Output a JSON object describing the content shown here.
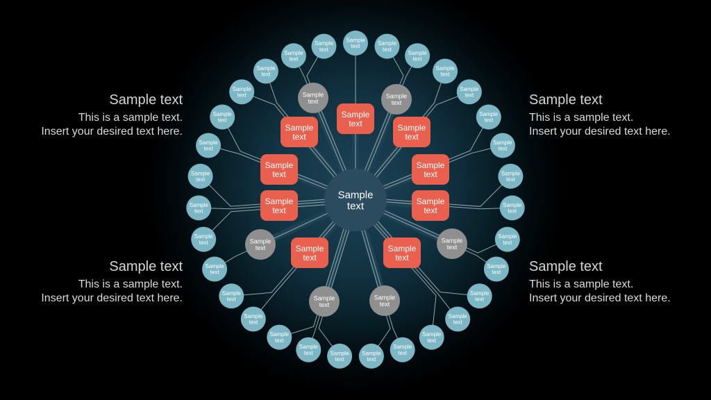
{
  "slide": {
    "background_color": "#000000",
    "glow_center_color": "#1d4356"
  },
  "corner_blocks": [
    {
      "position": "top-left",
      "align": "right",
      "title": "Sample text",
      "body_line1": "This is a sample text.",
      "body_line2": "Insert your desired text here."
    },
    {
      "position": "top-right",
      "align": "left",
      "title": "Sample text",
      "body_line1": "This is a sample text.",
      "body_line2": "Insert your desired text here."
    },
    {
      "position": "bottom-left",
      "align": "right",
      "title": "Sample text",
      "body_line1": "This is a sample text.",
      "body_line2": "Insert your desired text here."
    },
    {
      "position": "bottom-right",
      "align": "left",
      "title": "Sample text",
      "body_line1": "This is a sample text.",
      "body_line2": "Insert your desired text here."
    }
  ],
  "diagram": {
    "center_node": {
      "label_line1": "Sample",
      "label_line2": "text",
      "fill": "#2b4c5f",
      "text_color": "#ffffff",
      "radius": 45,
      "font_size": 15
    },
    "red_nodes": {
      "label_line1": "Sample",
      "label_line2": "text",
      "fill": "#e9604e",
      "text_color": "#ffffff",
      "width": 54,
      "height": 44,
      "corner_radius": 9,
      "font_size": 12,
      "count": 9,
      "offsets": [
        [
          0,
          -117
        ],
        [
          -81,
          -98
        ],
        [
          81,
          -98
        ],
        [
          -110,
          -44
        ],
        [
          108,
          -44
        ],
        [
          -110,
          8
        ],
        [
          108,
          8
        ],
        [
          -66,
          76
        ],
        [
          67,
          76
        ]
      ]
    },
    "gray_nodes": {
      "label_line1": "Sample",
      "label_line2": "text",
      "fill": "#8f8f8f",
      "text_color": "#ffffff",
      "radius": 22,
      "font_size": 9,
      "count": 6,
      "offsets": [
        [
          -61,
          -147
        ],
        [
          59,
          -145
        ],
        [
          -137,
          64
        ],
        [
          139,
          63
        ],
        [
          -45,
          146
        ],
        [
          42,
          145
        ]
      ]
    },
    "teal_nodes": {
      "label_line1": "Sample",
      "label_line2": "text",
      "fill": "#7db6c5",
      "text_color": "#ffffff",
      "radius": 18,
      "font_size": 8,
      "count": 31,
      "ring_radius": 226
    },
    "connector_color": "#9aa6ab",
    "spoke_color": "#1d4254",
    "spoke_width": 10
  }
}
